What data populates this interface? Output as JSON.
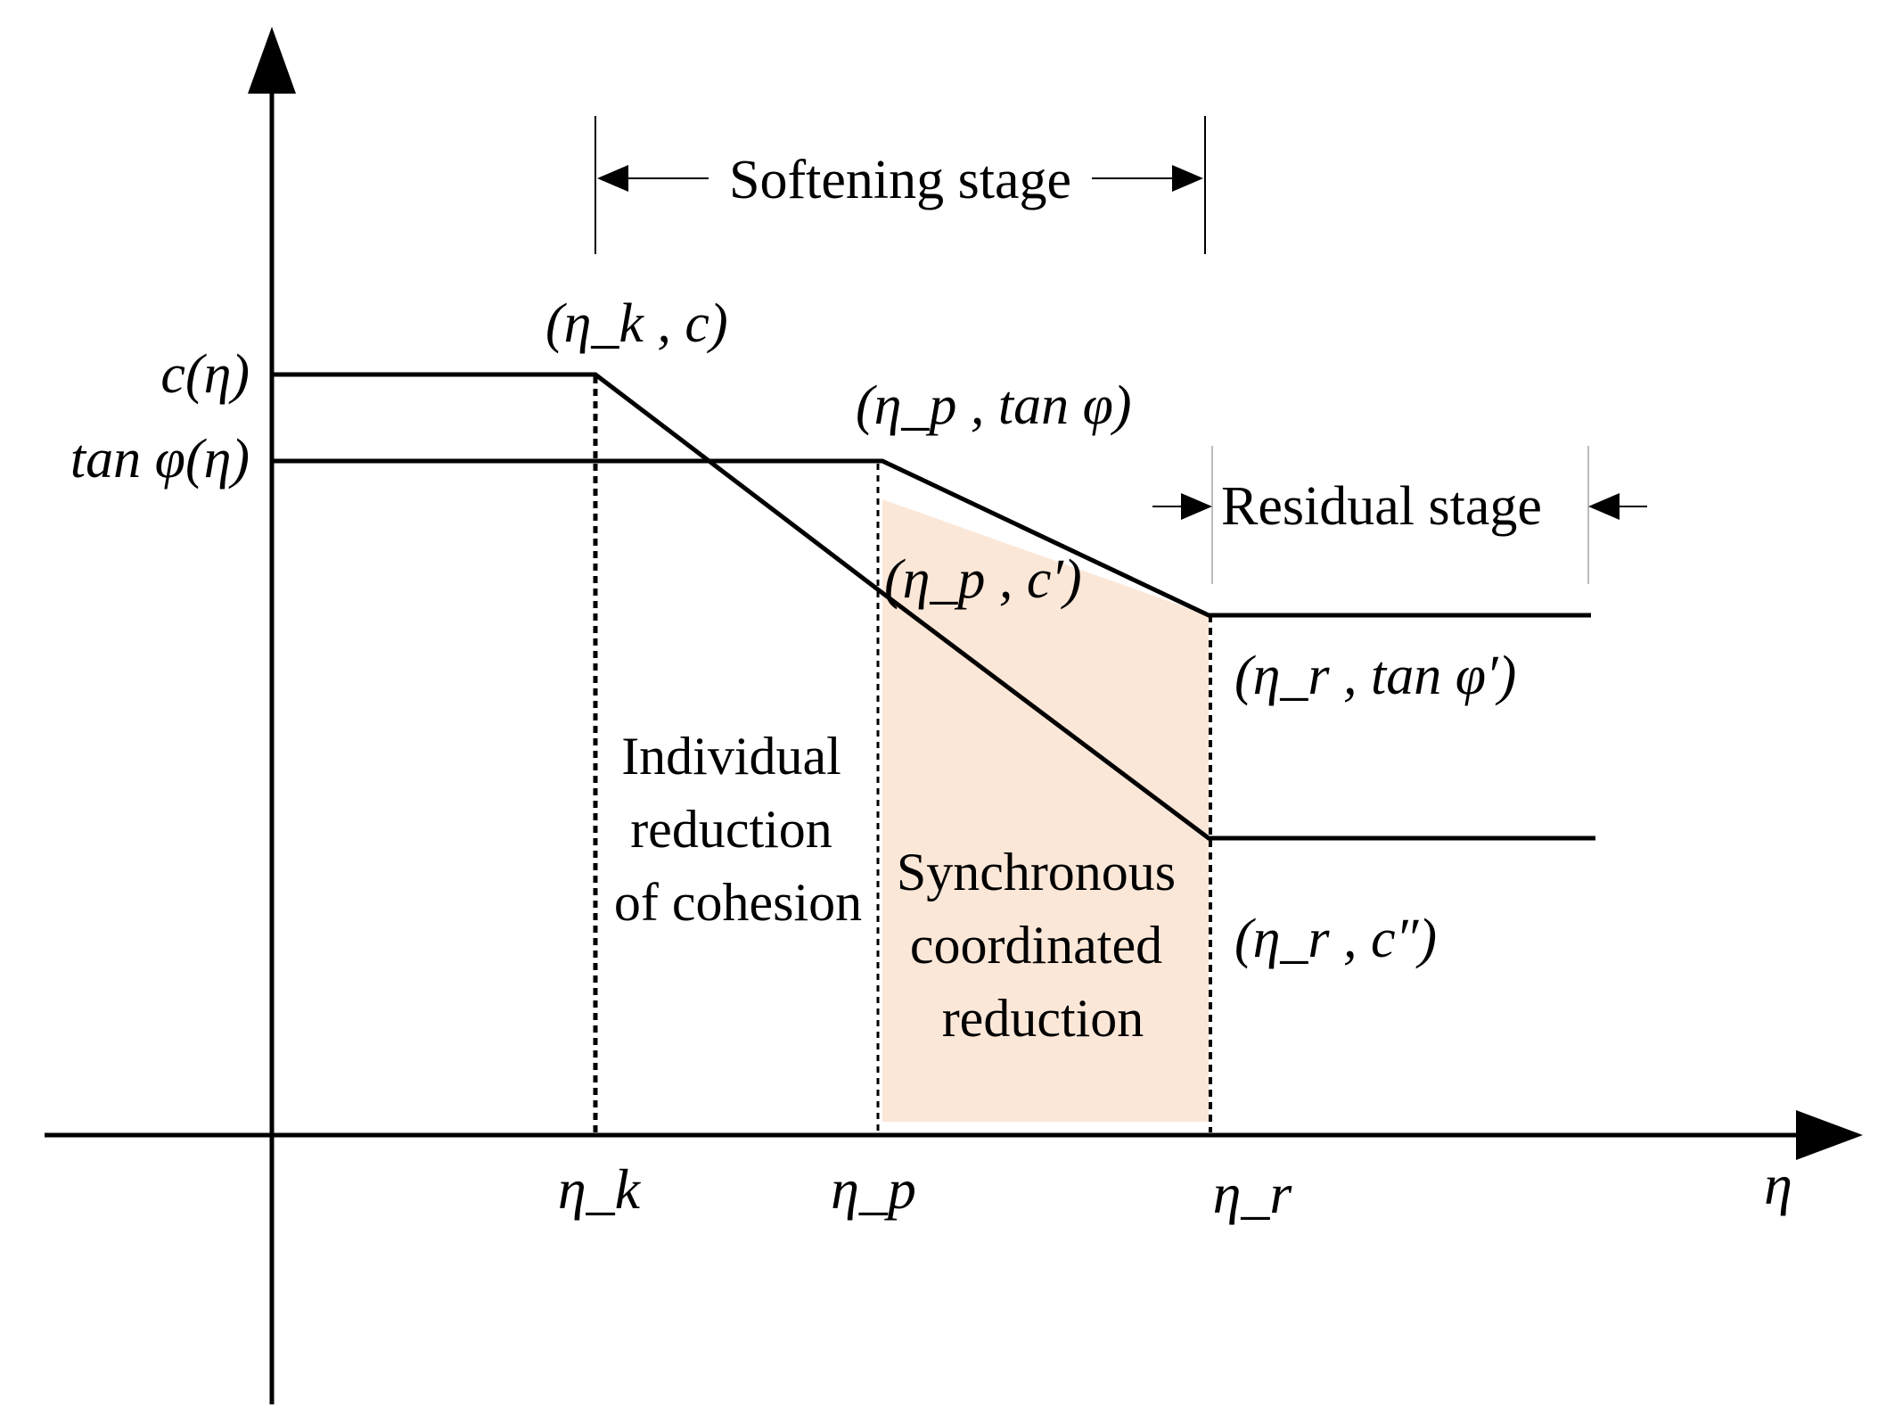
{
  "axes": {
    "y_label_c": "c(η)",
    "y_label_tan": "tan φ(η)",
    "x_label": "η",
    "ticks": [
      "η_k",
      "η_p",
      "η_r"
    ]
  },
  "stages": {
    "softening": "Softening stage",
    "residual": "Residual stage"
  },
  "points": {
    "k_c": "(η_k , c)",
    "p_tan": "(η_p , tan φ)",
    "p_c": "(η_p , c′)",
    "r_tan": "(η_r , tan φ′)",
    "r_c": "(η_r , c″)"
  },
  "regions": {
    "individual": [
      "Individual",
      "reduction",
      "of cohesion"
    ],
    "synchronous": [
      "Synchronous",
      "coordinated",
      "reduction"
    ]
  },
  "colors": {
    "shading": "#fbe7d8",
    "line": "#000000"
  }
}
